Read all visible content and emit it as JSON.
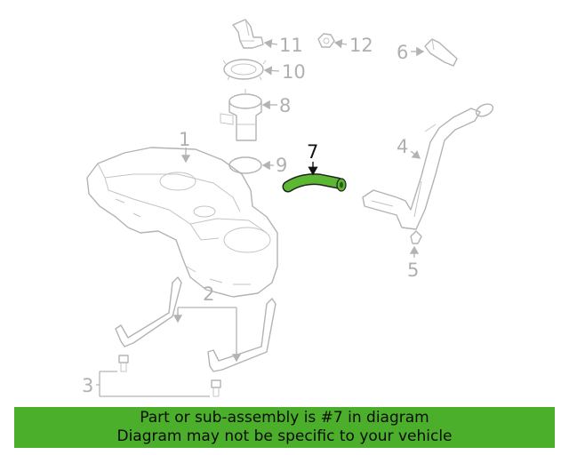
{
  "diagram": {
    "highlighted_part": "7",
    "callouts": [
      "1",
      "2",
      "3",
      "4",
      "5",
      "6",
      "7",
      "8",
      "9",
      "10",
      "11",
      "12"
    ],
    "highlight_color": "#5cb832"
  },
  "banner": {
    "line1": "Part or sub-assembly is #7 in diagram",
    "line2": "Diagram may not be specific to your vehicle",
    "background": "#4caf2b"
  }
}
